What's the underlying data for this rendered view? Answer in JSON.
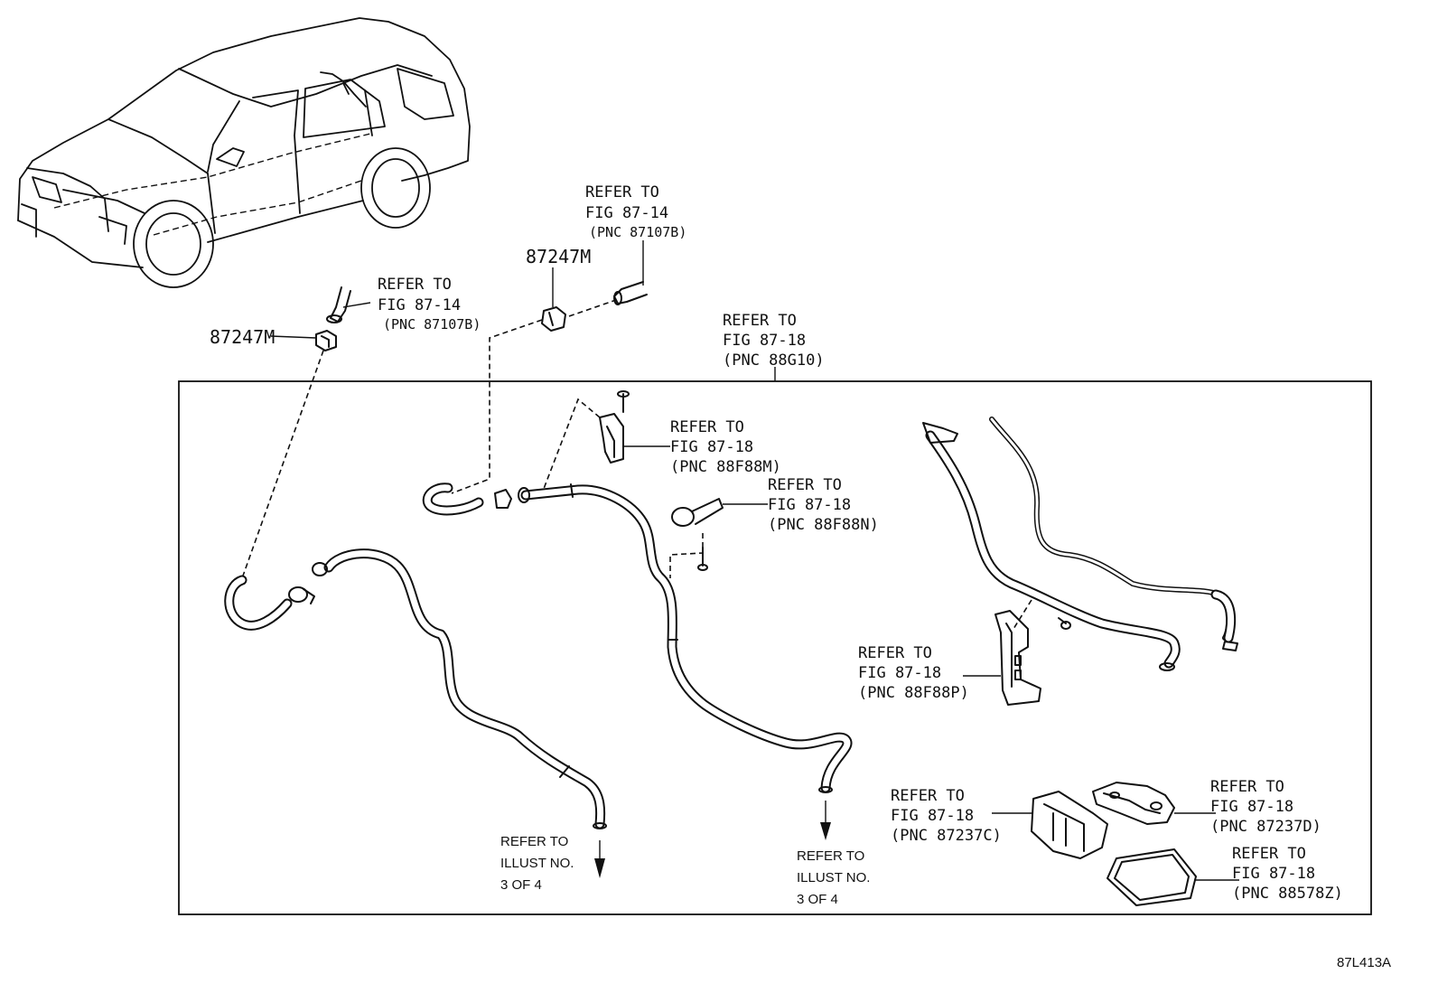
{
  "diagram": {
    "code": "87L413A",
    "labels": {
      "part_87247m_left": "87247M",
      "part_87247m_top": "87247M",
      "ref_fig_87_14_a": [
        "REFER TO",
        "FIG 87-14",
        "(PNC 87107B)"
      ],
      "ref_fig_87_14_b": [
        "REFER TO",
        "FIG 87-14",
        "(PNC 87107B)"
      ],
      "ref_fig_87_18_88g10": [
        "REFER TO",
        "FIG 87-18",
        "(PNC 88G10)"
      ],
      "ref_fig_87_18_88f88m": [
        "REFER TO",
        "FIG 87-18",
        "(PNC 88F88M)"
      ],
      "ref_fig_87_18_88f88n": [
        "REFER TO",
        "FIG 87-18",
        "(PNC 88F88N)"
      ],
      "ref_fig_87_18_88f88p": [
        "REFER TO",
        "FIG 87-18",
        "(PNC 88F88P)"
      ],
      "ref_fig_87_18_87237c": [
        "REFER TO",
        "FIG 87-18",
        "(PNC 87237C)"
      ],
      "ref_fig_87_18_87237d": [
        "REFER TO",
        "FIG 87-18",
        "(PNC 87237D)"
      ],
      "ref_fig_87_18_88578z": [
        "REFER TO",
        "FIG 87-18",
        "(PNC 88578Z)"
      ],
      "ref_illust_left": [
        "REFER TO",
        "ILLUST NO.",
        "3 OF 4"
      ],
      "ref_illust_right": [
        "REFER TO",
        "ILLUST NO.",
        "3 OF 4"
      ]
    }
  }
}
